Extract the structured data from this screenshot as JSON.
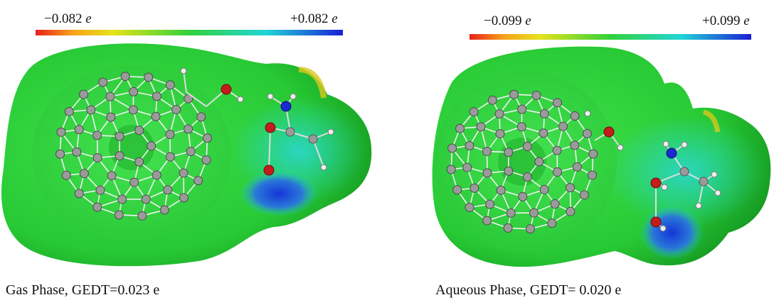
{
  "panels": [
    {
      "scale_min": "−0.082",
      "scale_max": "+0.082",
      "scale_unit": "e",
      "caption": "Gas Phase, GEDT=0.023 e"
    },
    {
      "scale_min": "−0.099",
      "scale_max": "+0.099",
      "scale_unit": "e",
      "caption": "Aqueous Phase, GEDT= 0.020 e"
    }
  ],
  "colors": {
    "scale_negative": "#e8201a",
    "scale_low": "#f7a21b",
    "scale_mid_low": "#e6e21c",
    "scale_mid": "#32d23a",
    "scale_mid_high": "#22d5d6",
    "scale_positive": "#1a1fd6",
    "surface_green": "#2ed43a",
    "surface_dark": "#159a22",
    "surface_cyan": "#27c9cf",
    "surface_blue": "#1436d8",
    "surface_yellow": "#d9c81c",
    "carbon_atom": "#9a9a9a",
    "oxygen_atom": "#c41b1b",
    "nitrogen_atom": "#1a2ad0",
    "hydrogen_atom": "#e6e6e6"
  }
}
